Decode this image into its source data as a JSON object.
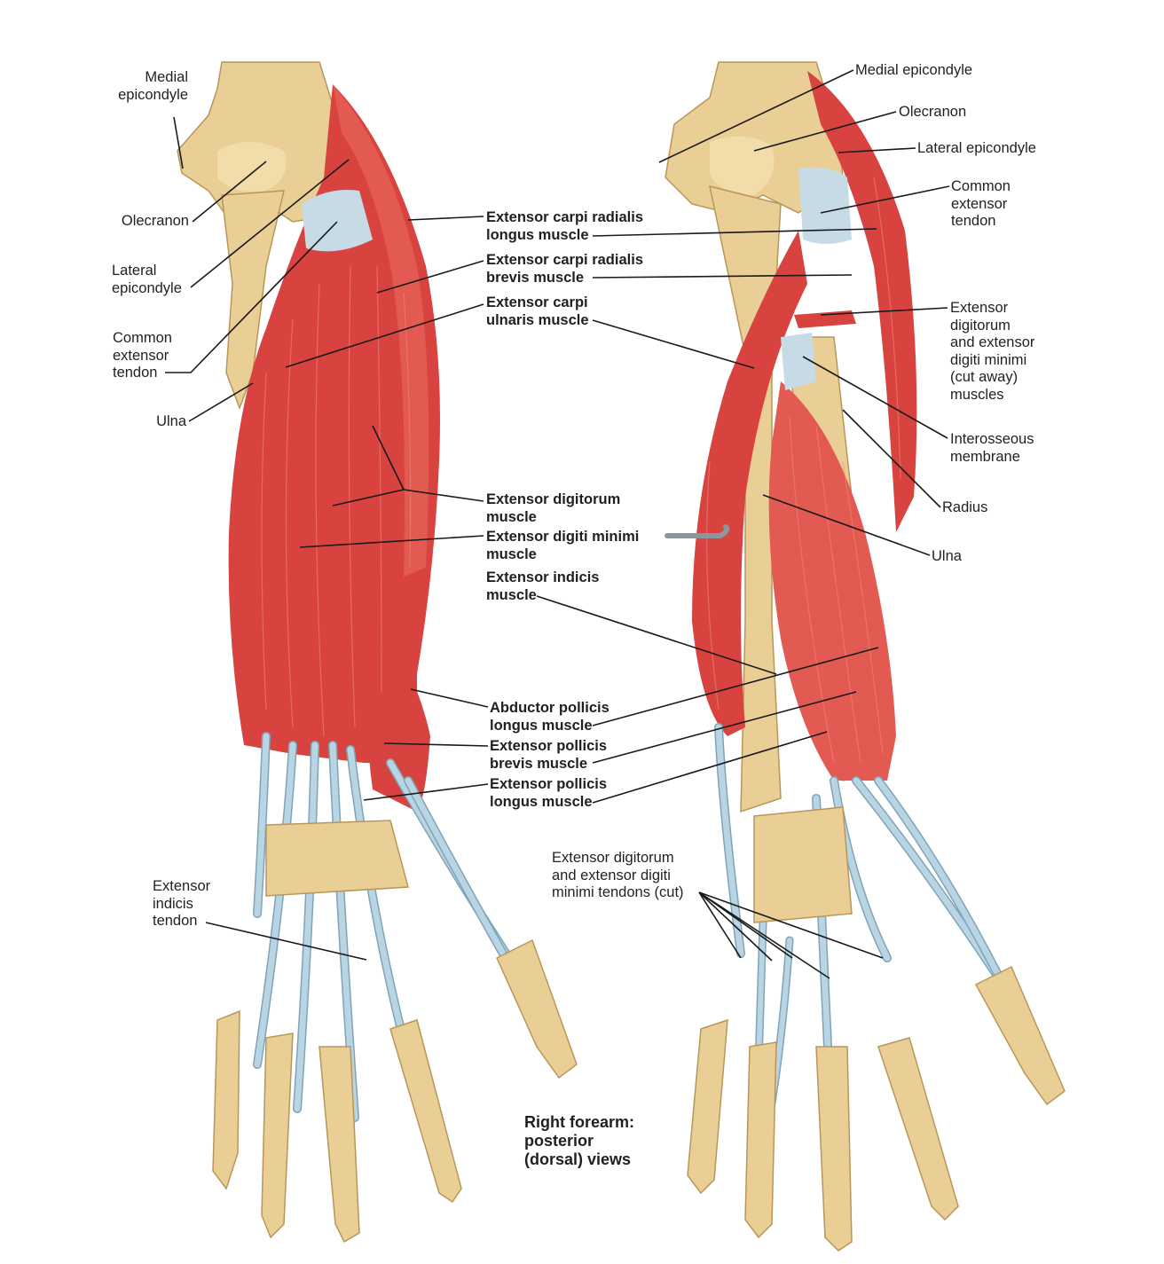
{
  "title": {
    "line1": "Right forearm:",
    "line2": "posterior",
    "line3": "(dorsal) views"
  },
  "left_labels": {
    "medial_epicondyle": "Medial\nepicondyle",
    "olecranon": "Olecranon",
    "lateral_epicondyle": "Lateral\nepicondyle",
    "common_extensor_tendon": "Common\nextensor\ntendon",
    "ulna": "Ulna",
    "extensor_indicis_tendon": "Extensor\nindicis\ntendon"
  },
  "center_labels": {
    "ecrl": "Extensor carpi radialis\nlongus muscle",
    "ecrb": "Extensor carpi radialis\nbrevis muscle",
    "ecu": "Extensor carpi\nulnaris muscle",
    "ed": "Extensor digitorum\nmuscle",
    "edm": "Extensor digiti minimi\nmuscle",
    "ei": "Extensor indicis\nmuscle",
    "apl": "Abductor pollicis\nlongus muscle",
    "epb": "Extensor pollicis\nbrevis muscle",
    "epl": "Extensor pollicis\nlongus muscle"
  },
  "right_labels": {
    "medial_epicondyle": "Medial epicondyle",
    "olecranon": "Olecranon",
    "lateral_epicondyle": "Lateral epicondyle",
    "common_extensor_tendon": "Common\nextensor\ntendon",
    "ed_edm_cut": "Extensor\ndigitorum\nand extensor\ndigiti minimi\n(cut away)\nmuscles",
    "interosseous": "Interosseous\nmembrane",
    "radius": "Radius",
    "ulna": "Ulna",
    "cut_tendons": "Extensor digitorum\nand extensor digiti\nminimi tendons (cut)"
  },
  "colors": {
    "muscle": "#d8433f",
    "bone": "#e9cf95",
    "tendon": "#b9d5e3",
    "leader": "#1a1a1a"
  }
}
